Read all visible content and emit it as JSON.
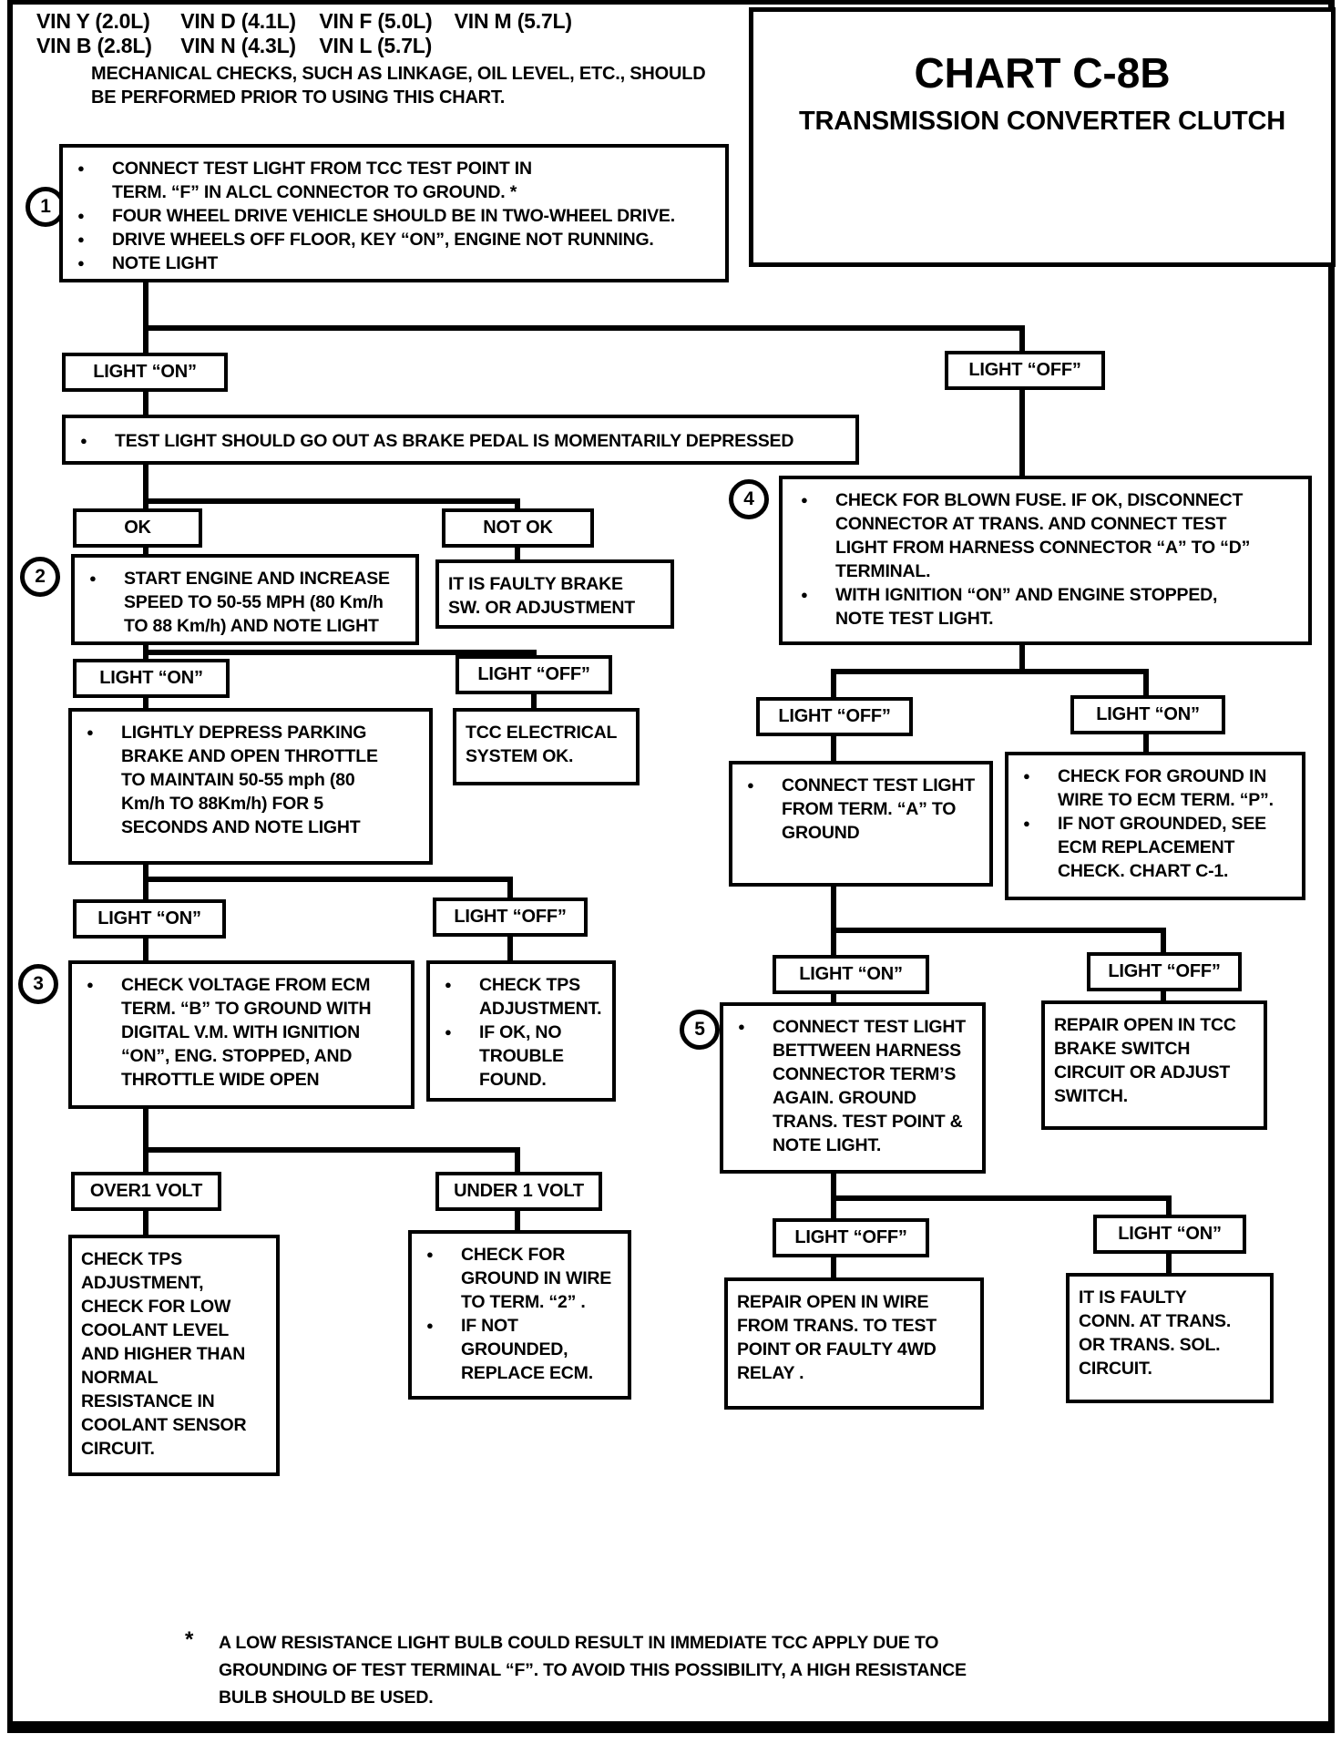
{
  "vin": {
    "row1": [
      "VIN Y (2.0L)",
      "VIN D (4.1L)",
      "VIN F (5.0L)",
      "VIN M (5.7L)"
    ],
    "row2": [
      "VIN B (2.8L)",
      "VIN N (4.3L)",
      "VIN L (5.7L)"
    ]
  },
  "intro_note": "MECHANICAL CHECKS, SUCH AS LINKAGE, OIL LEVEL, ETC., SHOULD\nBE PERFORMED PRIOR TO USING THIS CHART.",
  "title_block": {
    "title": "CHART C-8B",
    "subtitle": "TRANSMISSION CONVERTER CLUTCH"
  },
  "steps": {
    "s1": "1",
    "s2": "2",
    "s3": "3",
    "s4": "4",
    "s5": "5"
  },
  "glyphs": {
    "bullet": "●"
  },
  "nodes": {
    "step1": {
      "bullets": [
        "CONNECT TEST LIGHT FROM TCC TEST POINT IN\nTERM. “F”  IN  ALCL CONNECTOR TO GROUND. *",
        "FOUR WHEEL DRIVE VEHICLE SHOULD BE IN TWO-WHEEL DRIVE.",
        "DRIVE WHEELS OFF FLOOR, KEY “ON”, ENGINE NOT RUNNING.",
        "NOTE LIGHT"
      ]
    },
    "light1_on": {
      "label": "LIGHT “ON”"
    },
    "light1_off": {
      "label": "LIGHT “OFF”"
    },
    "test_light": {
      "bullets": [
        "TEST LIGHT SHOULD GO OUT AS BRAKE PEDAL IS MOMENTARILY DEPRESSED"
      ]
    },
    "ok": {
      "label": "OK"
    },
    "not_ok": {
      "label": "NOT OK"
    },
    "step2": {
      "bullets": [
        "START ENGINE  AND INCREASE\nSPEED TO 50-55 MPH (80 Km/h\nTO 88 Km/h) AND NOTE LIGHT"
      ]
    },
    "faulty_brake": {
      "text": "IT IS FAULTY BRAKE\nSW. OR ADJUSTMENT"
    },
    "light2_on": {
      "label": "LIGHT “ON”"
    },
    "light2_off": {
      "label": "LIGHT “OFF”"
    },
    "parking_brake": {
      "bullets": [
        "LIGHTLY DEPRESS PARKING\nBRAKE  AND OPEN  THROTTLE\nTO MAINTAIN 50-55 mph (80\nKm/h TO 88Km/h) FOR 5\nSECONDS AND NOTE LIGHT"
      ]
    },
    "tcc_ok": {
      "text": "TCC ELECTRICAL\nSYSTEM OK."
    },
    "light3_on": {
      "label": "LIGHT “ON”"
    },
    "light3_off": {
      "label": "LIGHT “OFF”"
    },
    "step3": {
      "bullets": [
        "CHECK VOLTAGE FROM ECM\nTERM. “B” TO GROUND WITH\nDIGITAL V.M. WITH IGNITION\n“ON”, ENG. STOPPED, AND\nTHROTTLE  WIDE OPEN"
      ]
    },
    "tps_adjustment": {
      "bullets": [
        "CHECK  TPS\nADJUSTMENT.",
        "IF OK, NO\nTROUBLE\nFOUND."
      ]
    },
    "over1": {
      "label": "OVER1 VOLT"
    },
    "under1": {
      "label": "UNDER 1 VOLT"
    },
    "coolant_check": {
      "text": "CHECK TPS\nADJUSTMENT,\nCHECK FOR LOW\nCOOLANT LEVEL\nAND HIGHER THAN\nNORMAL\nRESISTANCE IN\nCOOLANT SENSOR\nCIRCUIT."
    },
    "ecm_ground_check": {
      "bullets": [
        "CHECK FOR\nGROUND IN WIRE\nTO TERM. “2” .",
        "IF NOT\nGROUNDED,\nREPLACE ECM."
      ]
    },
    "step4": {
      "bullets": [
        "CHECK FOR BLOWN FUSE.  IF OK, DISCONNECT\nCONNECTOR AT TRANS. AND CONNECT TEST\nLIGHT FROM HARNESS CONNECTOR “A” TO “D”\nTERMINAL.",
        "WITH IGNITION “ON” AND ENGINE STOPPED,\nNOTE TEST LIGHT."
      ]
    },
    "light4_off": {
      "label": "LIGHT “OFF”"
    },
    "light4_on": {
      "label": "LIGHT “ON”"
    },
    "term_a_ground": {
      "bullets": [
        "CONNECT TEST LIGHT\nFROM TERM. “A” TO\nGROUND"
      ]
    },
    "ecm_term_p": {
      "bullets": [
        "CHECK FOR GROUND IN\nWIRE TO ECM TERM. “P”.",
        "IF NOT GROUNDED, SEE\nECM REPLACEMENT\nCHECK.  CHART C-1."
      ]
    },
    "light5_on": {
      "label": "LIGHT “ON”"
    },
    "light5_off": {
      "label": "LIGHT “OFF”"
    },
    "step5": {
      "bullets": [
        "CONNECT TEST LIGHT\nBETTWEEN HARNESS\nCONNECTOR TERM’S\nAGAIN.  GROUND\nTRANS. TEST POINT &\nNOTE LIGHT."
      ]
    },
    "repair_tcc_brake": {
      "text": "REPAIR OPEN IN TCC\nBRAKE SWITCH\nCIRCUIT OR ADJUST\nSWITCH."
    },
    "light6_off": {
      "label": "LIGHT “OFF”"
    },
    "light6_on": {
      "label": "LIGHT “ON”"
    },
    "repair_wire": {
      "text": "REPAIR OPEN IN WIRE\nFROM TRANS. TO TEST\nPOINT OR FAULTY 4WD\nRELAY ."
    },
    "faulty_conn": {
      "text": "IT IS FAULTY\nCONN. AT TRANS.\nOR TRANS. SOL.\nCIRCUIT."
    }
  },
  "footnote": {
    "marker": "*",
    "text": "A LOW RESISTANCE LIGHT BULB COULD RESULT IN IMMEDIATE TCC APPLY DUE TO\nGROUNDING OF TEST TERMINAL “F”.  TO AVOID THIS POSSIBILITY, A HIGH RESISTANCE\nBULB SHOULD BE USED."
  }
}
